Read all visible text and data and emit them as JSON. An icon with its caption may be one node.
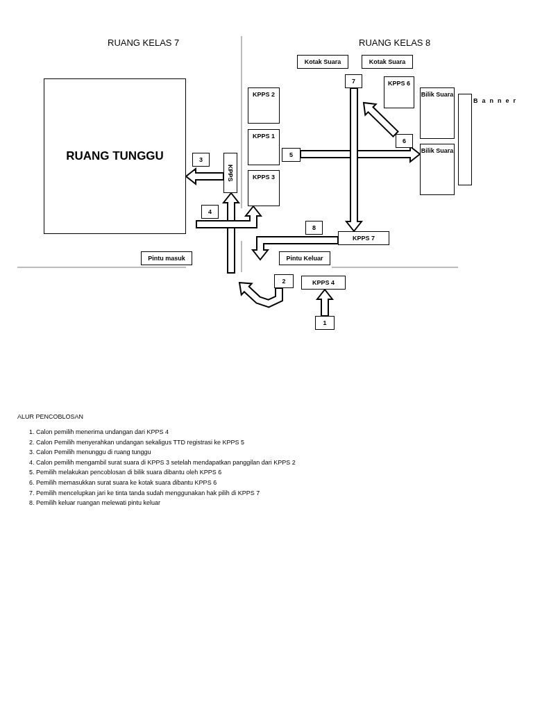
{
  "diagram": {
    "nodes": [
      {
        "text": [
          "Kotak Suara"
        ]
      },
      {
        "text": [
          "Kotak Suara"
        ]
      },
      {
        "text": [
          "7"
        ]
      },
      {
        "text": [
          "RUANG TUNGGU"
        ]
      },
      {
        "text": [
          "KPPS 2"
        ]
      },
      {
        "text": [
          "KPPS 6"
        ]
      },
      {
        "text": [
          "Bilik Suara"
        ]
      },
      {
        "text": [
          "Banner"
        ]
      },
      {
        "text": [
          "KPPS 1"
        ]
      },
      {
        "text": [
          "6"
        ]
      },
      {
        "text": [
          "5"
        ]
      },
      {
        "text": [
          "Bilik Suara"
        ]
      },
      {
        "text": [
          "3"
        ]
      },
      {
        "text": [
          "KPPS"
        ]
      },
      {
        "text": [
          "KPPS 3"
        ]
      },
      {
        "text": [
          "4"
        ]
      },
      {
        "text": [
          "8"
        ]
      },
      {
        "text": [
          "KPPS 7"
        ]
      },
      {
        "text": [
          "Pintu masuk"
        ]
      },
      {
        "text": [
          "Pintu Keluar"
        ]
      },
      {
        "text": [
          "2"
        ]
      },
      {
        "text": [
          "KPPS 4"
        ]
      },
      {
        "text": [
          "1"
        ]
      }
    ],
    "edges": [
      {
        "from": 22,
        "to": 21,
        "arrow": "to"
      },
      {
        "from": 20,
        "to": null,
        "arrow": "to"
      },
      {
        "from": 13,
        "to": 3,
        "arrow": "to"
      },
      {
        "from": null,
        "to": 13,
        "arrow": "to"
      },
      {
        "from": null,
        "to": 14,
        "arrow": "to"
      },
      {
        "from": 10,
        "to": 11,
        "arrow": "to"
      },
      {
        "from": 9,
        "to": null,
        "arrow": "to"
      },
      {
        "from": 2,
        "to": 17,
        "arrow": "to"
      },
      {
        "from": 17,
        "to": null,
        "arrow": "to"
      }
    ],
    "labels": [
      "RUANG KELAS 7",
      "RUANG KELAS 8",
      "ALUR PENCOBLOSAN",
      "1. Calon pemilih menerima undangan dari KPPS 4",
      "2. Calon Pemilih menyerahkan undangan sekaligus TTD registrasi ke KPPS 5",
      "3. Calon Pemilih menunggu di ruang tunggu",
      "4. Calon pemilih mengambil surat suara di KPPS 3 setelah mendapatkan panggilan dari KPPS 2",
      "5. Pemilih melakukan pencoblosan di bilik suara dibantu oleh KPPS 6",
      "6. Pemilih memasukkan surat suara ke kotak suara dibantu KPPS 6",
      "7. Pemilih mencelupkan jari ke tinta tanda sudah menggunakan hak pilih di KPPS 7",
      "8. Pemilih keluar ruangan melewati pintu keluar"
    ]
  }
}
